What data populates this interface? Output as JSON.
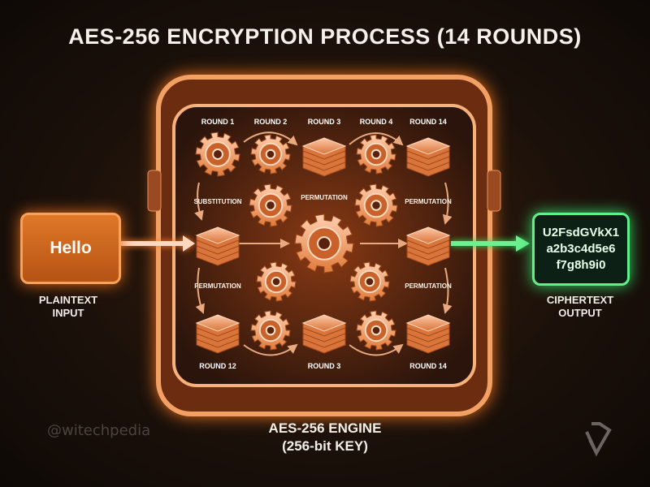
{
  "title": "AES-256 ENCRYPTION PROCESS (14 ROUNDS)",
  "input": {
    "value": "Hello",
    "caption_line1": "PLAINTEXT",
    "caption_line2": "INPUT"
  },
  "output": {
    "lines": [
      "U2FsdGVkX1",
      "a2b3c4d5e6",
      "f7g8h9i0"
    ],
    "caption_line1": "CIPHERTEXT",
    "caption_line2": "OUTPUT"
  },
  "engine": {
    "line1": "AES-256 ENGINE",
    "line2": "(256-bit KEY)"
  },
  "top_rounds": [
    "ROUND 1",
    "ROUND 2",
    "ROUND 3",
    "ROUND 4",
    "ROUND 14"
  ],
  "bottom_rounds": [
    "ROUND 12",
    "ROUND 3",
    "ROUND 14"
  ],
  "operations": [
    "SUBSTITUTION",
    "PERMUTATION",
    "PERMUTATION",
    "PERMUTATION",
    "PERMUTATION"
  ],
  "watermark": "@witechpedia",
  "colors": {
    "accent": "#e07828",
    "output": "#5ef08a",
    "frame": "#f0a060"
  }
}
